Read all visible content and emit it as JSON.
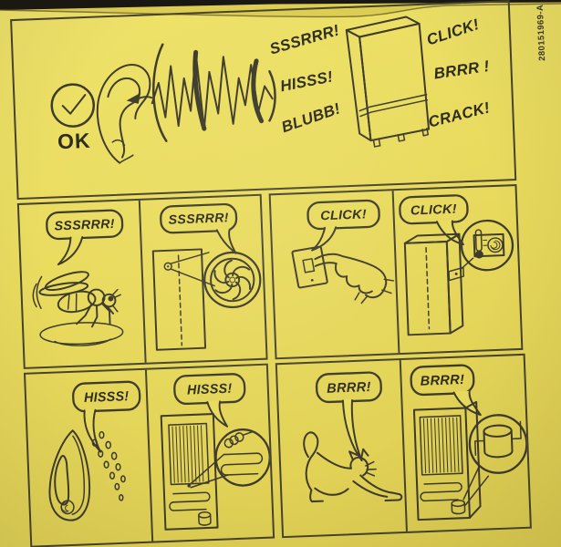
{
  "page": {
    "paper_color": "#e9db5e",
    "ink_color": "#3e3b2b",
    "text_color": "#2e2c1d",
    "part_number": "280151969-A",
    "top_panel": {
      "ok_label": "OK",
      "sounds_left": [
        "SSSRRR!",
        "HISSS!",
        "BLUBB!"
      ],
      "sounds_right": [
        "CLICK!",
        "BRRR !",
        "CRACK!"
      ]
    }
  },
  "panels": [
    {
      "bubble": "SSSRRR!",
      "icon": "buzzing-fly"
    },
    {
      "bubble": "SSSRRR!",
      "icon": "fridge-fan"
    },
    {
      "bubble": "CLICK!",
      "icon": "hand-light-switch"
    },
    {
      "bubble": "CLICK!",
      "icon": "fridge-thermostat"
    },
    {
      "bubble": "HISSS!",
      "icon": "steam-iron"
    },
    {
      "bubble": "HISSS!",
      "icon": "fridge-refrigerant-coil"
    },
    {
      "bubble": "BRRR!",
      "icon": "stretching-cat"
    },
    {
      "bubble": "BRRR!",
      "icon": "fridge-compressor"
    }
  ]
}
